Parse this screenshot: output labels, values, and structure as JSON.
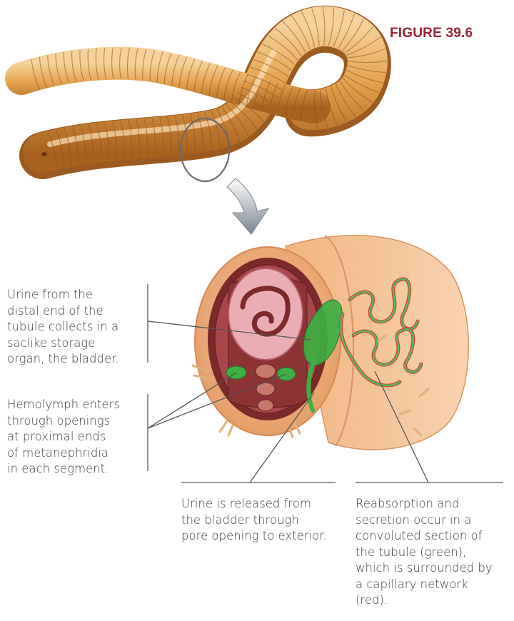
{
  "figure_title": "FIGURE 39.6",
  "labels": {
    "bladder": "Urine from the\ndistal end of the\ntubule collects in a\nsaclike storage\norgan, the bladder.",
    "hemolymph": "Hemolymph enters\nthrough openings\nat proximal ends\nof metanephridia\nin each segment.",
    "urine_release": "Urine is released from\nthe bladder through\npore opening to exterior.",
    "reabsorption": "Reabsorption and\nsecretion occur in a\nconvoluted section of\nthe tubule (green),\nwhich is surrounded by\na capillary network\n(red)."
  },
  "colors": {
    "worm_body": "#e3a24e",
    "worm_shadow": "#b8702a",
    "worm_highlight": "#f6d29a",
    "segment_line": "#8a5420",
    "tissue": "#f2b98a",
    "interior": "#7b2a2a",
    "gut": "#d98a94",
    "nephridium": "#3cb043",
    "capillary": "#d9423a",
    "title": "#9b2335",
    "leader": "#555555"
  }
}
